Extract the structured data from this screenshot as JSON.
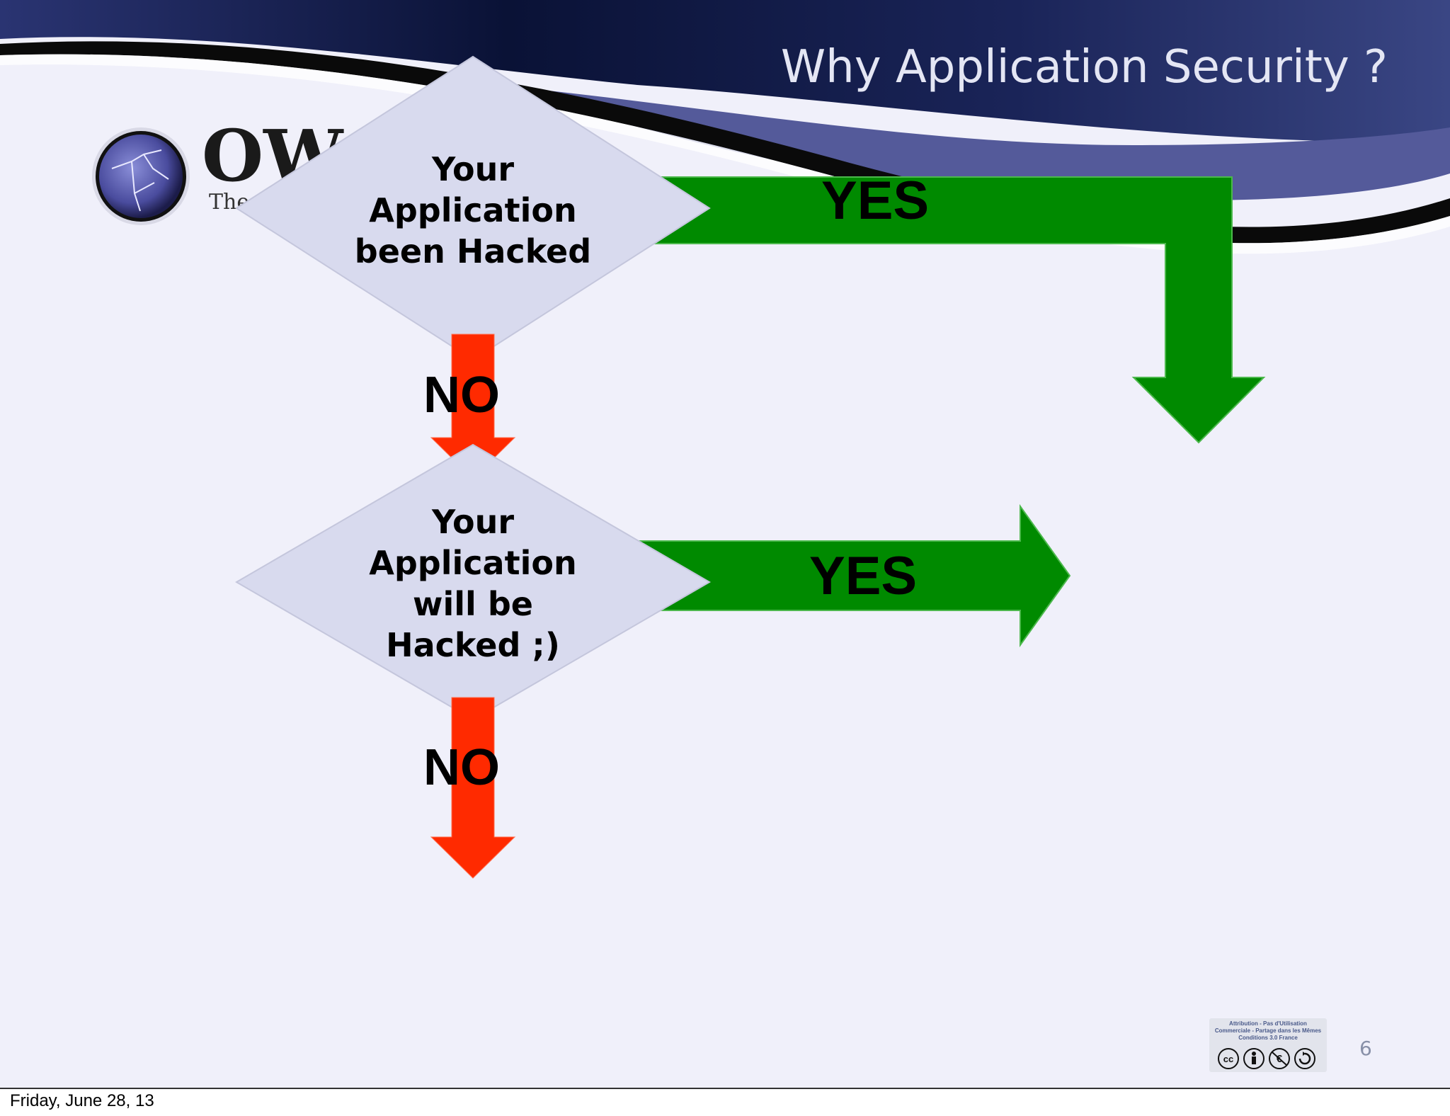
{
  "slide": {
    "title": "Why Application Security ?",
    "logo": {
      "name": "OWASP",
      "visible_text": "OW",
      "tagline_visible": "The"
    },
    "page_number": "6",
    "license_badge": {
      "text": "Attribution - Pas d'Utilisation Commerciale - Partage dans les Mêmes Conditions 3.0 France"
    }
  },
  "flowchart": {
    "decision_1": {
      "lines": [
        "Your",
        "Application",
        "been Hacked"
      ]
    },
    "decision_2": {
      "lines": [
        "Your",
        "Application",
        "will be",
        "Hacked ;)"
      ]
    },
    "edges": {
      "d1_yes": "YES",
      "d1_no": "NO",
      "d2_yes": "YES",
      "d2_no": "NO"
    }
  },
  "colors": {
    "yes_arrow": "#008a00",
    "no_arrow": "#ff2a00",
    "diamond_fill": "#d8daee",
    "slide_bg": "#f0f0fa",
    "header_dark": "#0c1540",
    "header_band": "#545a9a"
  },
  "footer": {
    "date": "Friday, June 28, 13"
  }
}
